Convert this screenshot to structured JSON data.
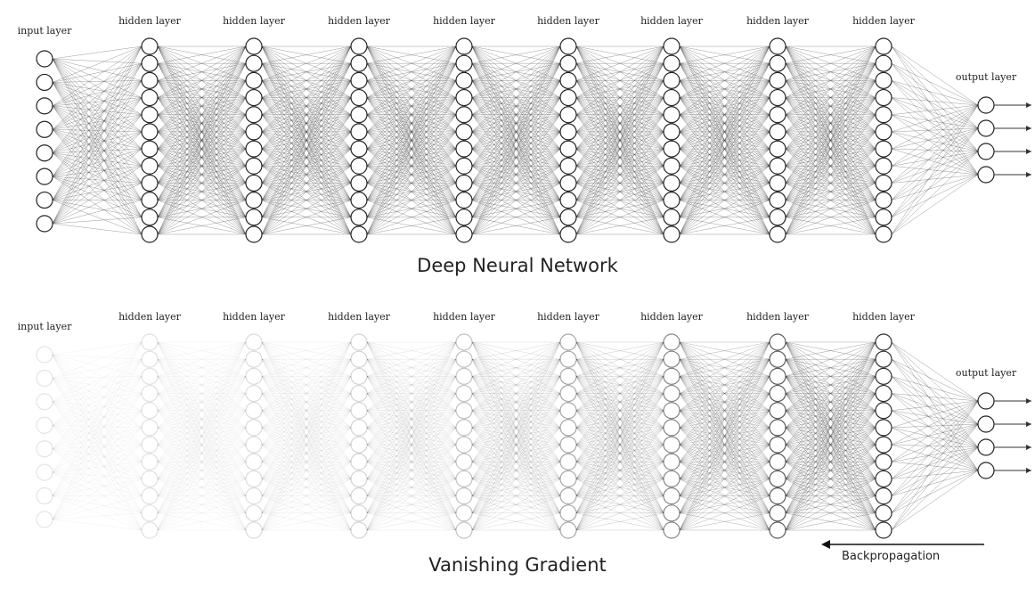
{
  "panels": [
    {
      "title": "Deep Neural Network",
      "layer_labels": [
        "input layer",
        "hidden layer",
        "hidden layer",
        "hidden layer",
        "hidden layer",
        "hidden layer",
        "hidden layer",
        "hidden layer",
        "hidden layer",
        "output layer"
      ]
    },
    {
      "title": "Vanishing Gradient",
      "layer_labels": [
        "input layer",
        "hidden layer",
        "hidden layer",
        "hidden layer",
        "hidden layer",
        "hidden layer",
        "hidden layer",
        "hidden layer",
        "hidden layer",
        "output layer"
      ],
      "annotation": "Backpropagation"
    }
  ],
  "network": {
    "nodes_per_layer": [
      8,
      12,
      12,
      12,
      12,
      12,
      12,
      12,
      12,
      4
    ],
    "outputs": 4
  },
  "gradient_opacity_by_layer": [
    0.12,
    0.14,
    0.16,
    0.2,
    0.28,
    0.4,
    0.55,
    0.75,
    0.95,
    1.0
  ]
}
